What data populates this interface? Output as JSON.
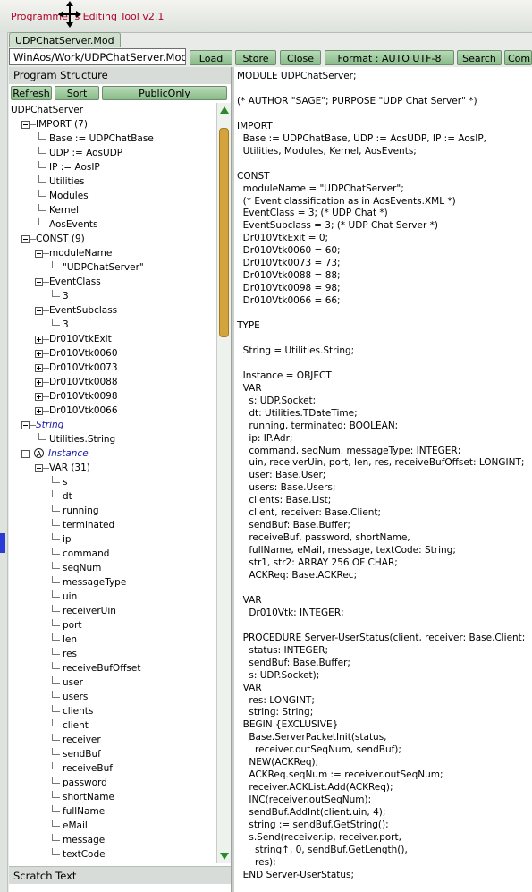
{
  "window": {
    "title": "Programmer's Editing Tool v2.1"
  },
  "tab": {
    "label": "UDPChatServer.Mod"
  },
  "path_field": {
    "value": "WinAos/Work/UDPChatServer.Mod"
  },
  "toolbar": {
    "load": "Load",
    "store": "Store",
    "close": "Close",
    "format": "Format : AUTO UTF-8",
    "search": "Search",
    "comp": "Comp"
  },
  "program_structure": {
    "header": "Program Structure",
    "refresh": "Refresh",
    "sort": "Sort",
    "public_only": "PublicOnly",
    "tree": [
      {
        "label": "UDPChatServer",
        "depth": 0,
        "exp": "none"
      },
      {
        "label": "IMPORT (7)",
        "depth": 1,
        "exp": "minus"
      },
      {
        "label": "Base := UDPChatBase",
        "depth": 2,
        "exp": "none"
      },
      {
        "label": "UDP := AosUDP",
        "depth": 2,
        "exp": "none"
      },
      {
        "label": "IP := AosIP",
        "depth": 2,
        "exp": "none"
      },
      {
        "label": "Utilities",
        "depth": 2,
        "exp": "none"
      },
      {
        "label": "Modules",
        "depth": 2,
        "exp": "none"
      },
      {
        "label": "Kernel",
        "depth": 2,
        "exp": "none"
      },
      {
        "label": "AosEvents",
        "depth": 2,
        "exp": "none"
      },
      {
        "label": "CONST (9)",
        "depth": 1,
        "exp": "minus"
      },
      {
        "label": "moduleName",
        "depth": 2,
        "exp": "minus"
      },
      {
        "label": "\"UDPChatServer\"",
        "depth": 3,
        "exp": "none"
      },
      {
        "label": "EventClass",
        "depth": 2,
        "exp": "minus"
      },
      {
        "label": "3",
        "depth": 3,
        "exp": "none"
      },
      {
        "label": "EventSubclass",
        "depth": 2,
        "exp": "minus"
      },
      {
        "label": "3",
        "depth": 3,
        "exp": "none"
      },
      {
        "label": "Dr010VtkExit",
        "depth": 2,
        "exp": "plus"
      },
      {
        "label": "Dr010Vtk0060",
        "depth": 2,
        "exp": "plus"
      },
      {
        "label": "Dr010Vtk0073",
        "depth": 2,
        "exp": "plus"
      },
      {
        "label": "Dr010Vtk0088",
        "depth": 2,
        "exp": "plus"
      },
      {
        "label": "Dr010Vtk0098",
        "depth": 2,
        "exp": "plus"
      },
      {
        "label": "Dr010Vtk0066",
        "depth": 2,
        "exp": "plus"
      },
      {
        "label": "String",
        "depth": 1,
        "exp": "minus",
        "type": true
      },
      {
        "label": "Utilities.String",
        "depth": 2,
        "exp": "none"
      },
      {
        "label": "Instance",
        "depth": 1,
        "exp": "minus",
        "type": true,
        "icon": "A"
      },
      {
        "label": "VAR (31)",
        "depth": 2,
        "exp": "minus"
      },
      {
        "label": "s",
        "depth": 3,
        "exp": "none"
      },
      {
        "label": "dt",
        "depth": 3,
        "exp": "none"
      },
      {
        "label": "running",
        "depth": 3,
        "exp": "none"
      },
      {
        "label": "terminated",
        "depth": 3,
        "exp": "none"
      },
      {
        "label": "ip",
        "depth": 3,
        "exp": "none"
      },
      {
        "label": "command",
        "depth": 3,
        "exp": "none"
      },
      {
        "label": "seqNum",
        "depth": 3,
        "exp": "none"
      },
      {
        "label": "messageType",
        "depth": 3,
        "exp": "none"
      },
      {
        "label": "uin",
        "depth": 3,
        "exp": "none"
      },
      {
        "label": "receiverUin",
        "depth": 3,
        "exp": "none"
      },
      {
        "label": "port",
        "depth": 3,
        "exp": "none"
      },
      {
        "label": "len",
        "depth": 3,
        "exp": "none"
      },
      {
        "label": "res",
        "depth": 3,
        "exp": "none"
      },
      {
        "label": "receiveBufOffset",
        "depth": 3,
        "exp": "none"
      },
      {
        "label": "user",
        "depth": 3,
        "exp": "none"
      },
      {
        "label": "users",
        "depth": 3,
        "exp": "none"
      },
      {
        "label": "clients",
        "depth": 3,
        "exp": "none"
      },
      {
        "label": "client",
        "depth": 3,
        "exp": "none"
      },
      {
        "label": "receiver",
        "depth": 3,
        "exp": "none"
      },
      {
        "label": "sendBuf",
        "depth": 3,
        "exp": "none"
      },
      {
        "label": "receiveBuf",
        "depth": 3,
        "exp": "none"
      },
      {
        "label": "password",
        "depth": 3,
        "exp": "none"
      },
      {
        "label": "shortName",
        "depth": 3,
        "exp": "none"
      },
      {
        "label": "fullName",
        "depth": 3,
        "exp": "none"
      },
      {
        "label": "eMail",
        "depth": 3,
        "exp": "none"
      },
      {
        "label": "message",
        "depth": 3,
        "exp": "none"
      },
      {
        "label": "textCode",
        "depth": 3,
        "exp": "none"
      }
    ]
  },
  "scratch": {
    "header": "Scratch Text"
  },
  "editor": {
    "lines": [
      "MODULE UDPChatServer;",
      "",
      "(* AUTHOR \"SAGE\"; PURPOSE \"UDP Chat Server\" *)",
      "",
      "IMPORT",
      "  Base := UDPChatBase, UDP := AosUDP, IP := AosIP,",
      "  Utilities, Modules, Kernel, AosEvents;",
      "",
      "CONST",
      "  moduleName = \"UDPChatServer\";",
      "  (* Event classification as in AosEvents.XML *)",
      "  EventClass = 3; (* UDP Chat *)",
      "  EventSubclass = 3; (* UDP Chat Server *)",
      "  Dr010VtkExit = 0;",
      "  Dr010Vtk0060 = 60;",
      "  Dr010Vtk0073 = 73;",
      "  Dr010Vtk0088 = 88;",
      "  Dr010Vtk0098 = 98;",
      "  Dr010Vtk0066 = 66;",
      "",
      "TYPE",
      "",
      "  String = Utilities.String;",
      "",
      "  Instance = OBJECT",
      "  VAR",
      "    s: UDP.Socket;",
      "    dt: Utilities.TDateTime;",
      "    running, terminated: BOOLEAN;",
      "    ip: IP.Adr;",
      "    command, seqNum, messageType: INTEGER;",
      "    uin, receiverUin, port, len, res, receiveBufOffset: LONGINT;",
      "    user: Base.User;",
      "    users: Base.Users;",
      "    clients: Base.List;",
      "    client, receiver: Base.Client;",
      "    sendBuf: Base.Buffer;",
      "    receiveBuf, password, shortName,",
      "    fullName, eMail, message, textCode: String;",
      "    str1, str2: ARRAY 256 OF CHAR;",
      "    ACKReq: Base.ACKRec;",
      "",
      "  VAR",
      "    Dr010Vtk: INTEGER;",
      "",
      "  PROCEDURE Server-UserStatus(client, receiver: Base.Client;",
      "    status: INTEGER;",
      "    sendBuf: Base.Buffer;",
      "    s: UDP.Socket);",
      "  VAR",
      "    res: LONGINT;",
      "    string: String;",
      "  BEGIN {EXCLUSIVE}",
      "    Base.ServerPacketInit(status,",
      "      receiver.outSeqNum, sendBuf);",
      "    NEW(ACKReq);",
      "    ACKReq.seqNum := receiver.outSeqNum;",
      "    receiver.ACKList.Add(ACKReq);",
      "    INC(receiver.outSeqNum);",
      "    sendBuf.AddInt(client.uin, 4);",
      "    string := sendBuf.GetString();",
      "    s.Send(receiver.ip, receiver.port,",
      "      string↑, 0, sendBuf.GetLength(),",
      "      res);",
      "  END Server-UserStatus;"
    ]
  }
}
